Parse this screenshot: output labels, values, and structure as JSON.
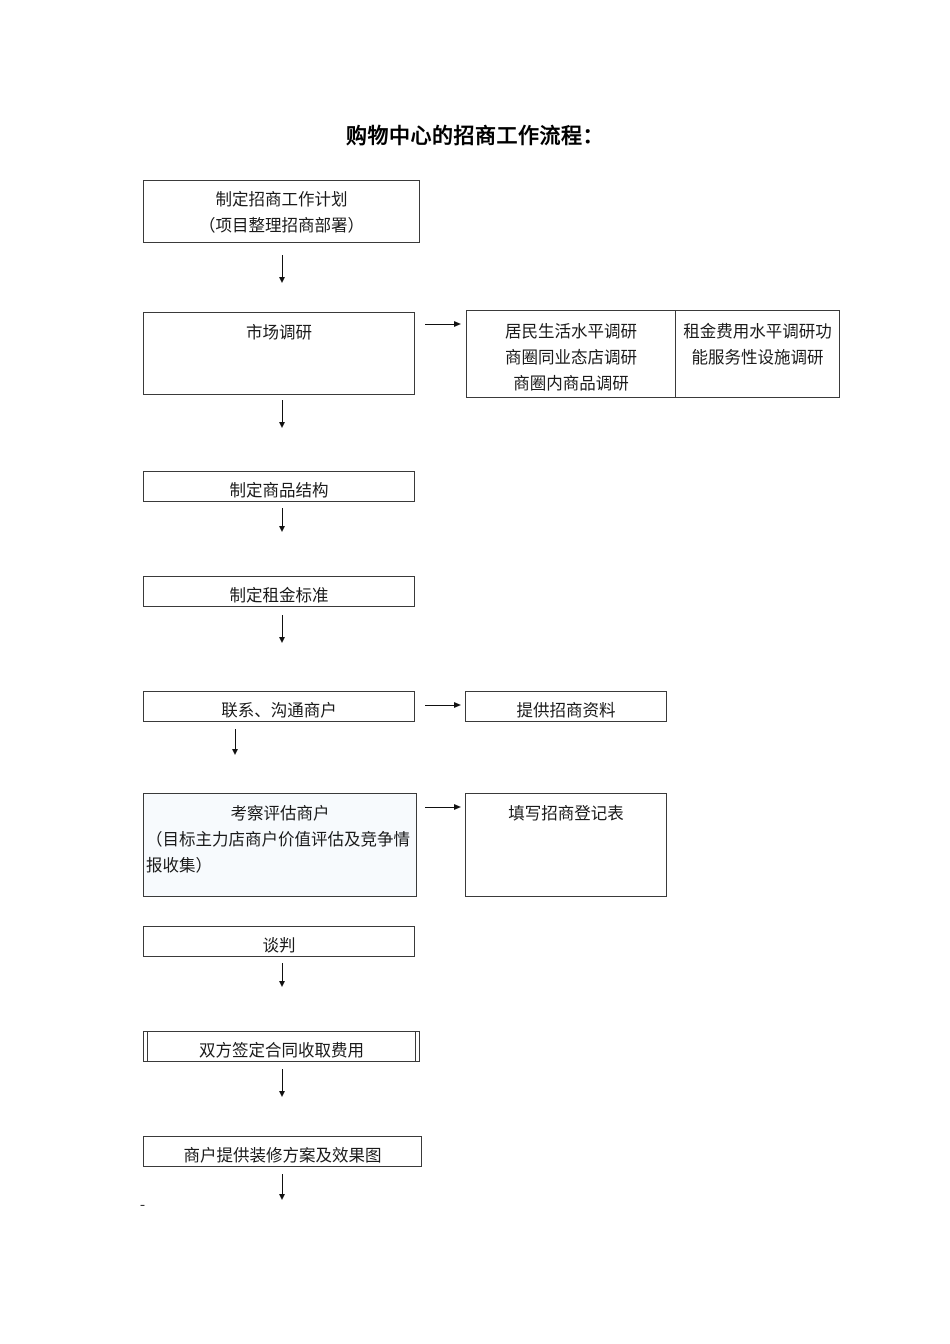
{
  "document": {
    "title": "购物中心的招商工作流程：",
    "trailing_mark": "-"
  },
  "flow": {
    "plan_box": {
      "line1": "制定招商工作计划",
      "line2": "（项目整理招商部署）"
    },
    "market_research_box": {
      "line1": "市场调研"
    },
    "research_table": {
      "left_column": [
        "居民生活水平调研",
        "商圈同业态店调研",
        "商圈内商品调研"
      ],
      "right_column": [
        "租金费用水平调研功",
        "能服务性设施调研"
      ]
    },
    "product_structure_box": {
      "line1": "制定商品结构"
    },
    "rent_standard_box": {
      "line1": "制定租金标准"
    },
    "contact_box": {
      "line1": "联系、沟通商户"
    },
    "provide_materials_box": {
      "line1": "提供招商资料"
    },
    "evaluate_box": {
      "line1": "考察评估商户",
      "line2": "（目标主力店商户价值评估及竞争情",
      "line3": "报收集）"
    },
    "registration_form_box": {
      "line1": "填写招商登记表"
    },
    "negotiation_box": {
      "line1": "谈判"
    },
    "contract_box": {
      "line1": "双方签定合同收取费用"
    },
    "decoration_box": {
      "line1": "商户提供装修方案及效果图"
    }
  },
  "connectors": {
    "down_arrow_glyph": "↓",
    "right_arrow_glyph": "→"
  }
}
